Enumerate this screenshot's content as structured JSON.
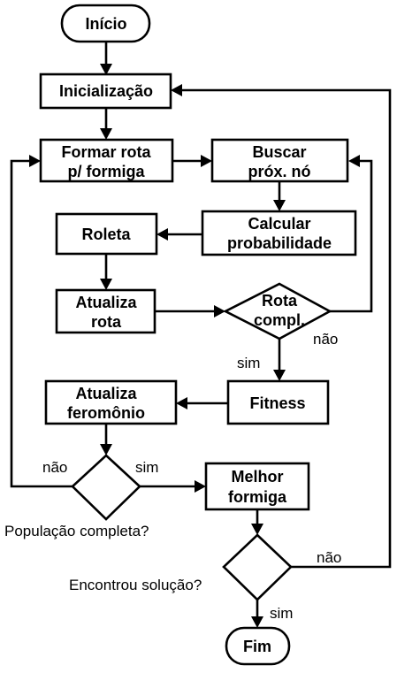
{
  "nodes": {
    "inicio": "Início",
    "inicializacao": "Inicialização",
    "formar_rota": [
      "Formar rota",
      "p/ formiga"
    ],
    "buscar": [
      "Buscar",
      "próx. nó"
    ],
    "calcular": [
      "Calcular",
      "probabilidade"
    ],
    "roleta": "Roleta",
    "atualiza_rota": [
      "Atualiza",
      "rota"
    ],
    "rota_compl": [
      "Rota",
      "compl."
    ],
    "fitness": "Fitness",
    "atualiza_feromonio": [
      "Atualiza",
      "feromônio"
    ],
    "melhor_formiga": [
      "Melhor",
      "formiga"
    ],
    "fim": "Fim"
  },
  "questions": {
    "populacao": "População completa?",
    "encontrou": "Encontrou solução?"
  },
  "edge_labels": {
    "rota_nao": "não",
    "rota_sim": "sim",
    "pop_nao": "não",
    "pop_sim": "sim",
    "enc_nao": "não",
    "enc_sim": "sim"
  }
}
